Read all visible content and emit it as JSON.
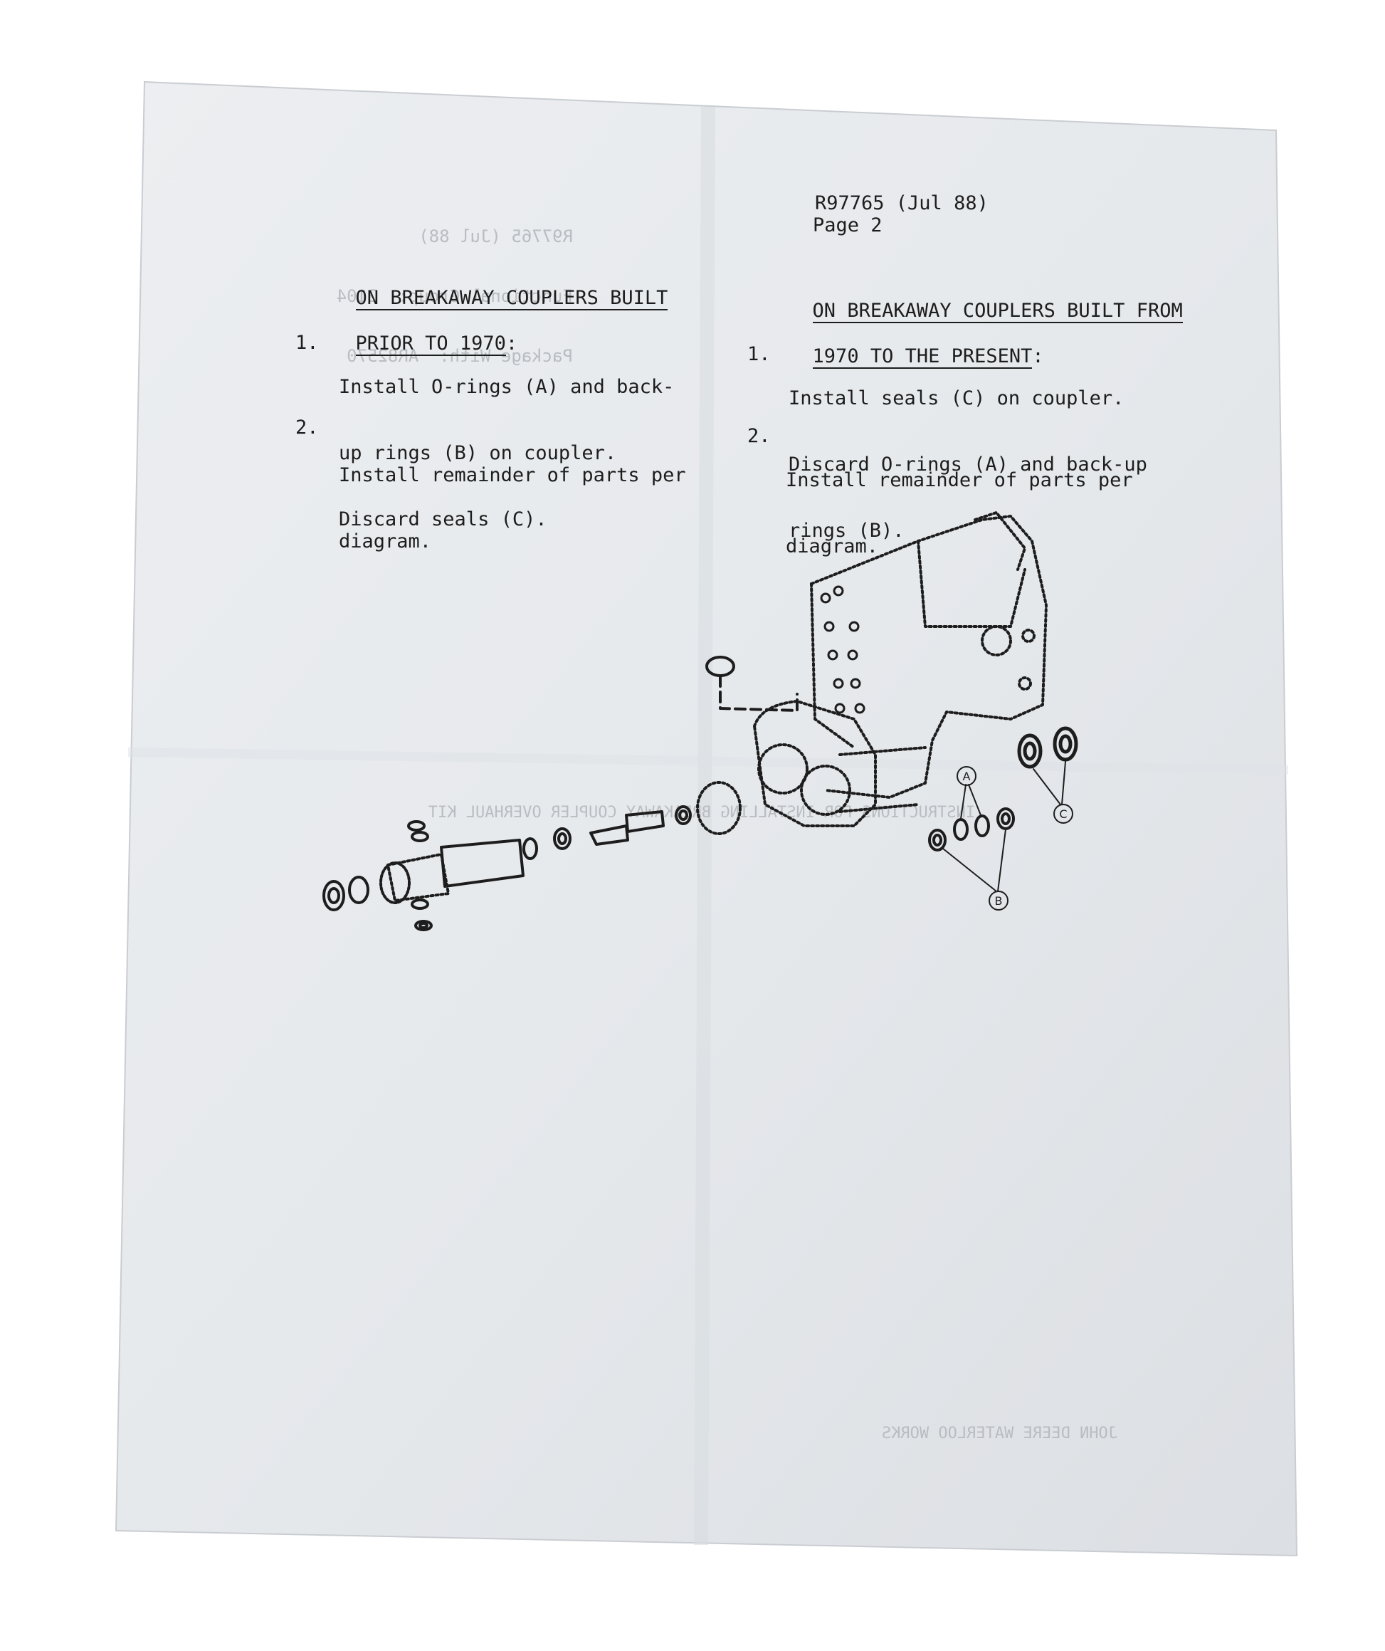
{
  "header": {
    "doc_number": "R97765 (Jul 88)",
    "page": "Page 2"
  },
  "show_through": {
    "top_left": [
      "R97765 (Jul 88)",
      "Functional Group:  2104",
      "Package With:  AR82570"
    ],
    "middle": "INSTRUCTIONS FOR INSTALLING BREAKAWAY COUPLER OVERHAUL KIT",
    "bottom": "JOHN DEERE WATERLOO WORKS"
  },
  "left_column": {
    "heading_line1": "ON BREAKAWAY COUPLERS BUILT",
    "heading_line2": "PRIOR TO 1970",
    "heading_colon": ":",
    "steps": [
      {
        "number": "1.",
        "lines": [
          "Install O-rings (A) and back-",
          "up rings (B) on coupler.",
          "Discard seals (C)."
        ]
      },
      {
        "number": "2.",
        "lines": [
          "Install remainder of parts per",
          "diagram."
        ]
      }
    ]
  },
  "right_column": {
    "heading_line1": "ON BREAKAWAY COUPLERS BUILT FROM",
    "heading_line2": "1970 TO THE PRESENT",
    "heading_colon": ":",
    "steps": [
      {
        "number": "1.",
        "lines": [
          "Install seals (C) on coupler.",
          "Discard O-rings (A) and back-up",
          "rings (B)."
        ]
      },
      {
        "number": "2.",
        "lines": [
          "Install remainder of parts per",
          "diagram."
        ]
      }
    ]
  },
  "diagram": {
    "callouts": [
      "A",
      "B",
      "C"
    ]
  },
  "colors": {
    "paper": "#e8ebee",
    "paper_shadow": "#d6dade",
    "ink": "#1d1d1d",
    "show_through": "#b9bdc1"
  }
}
